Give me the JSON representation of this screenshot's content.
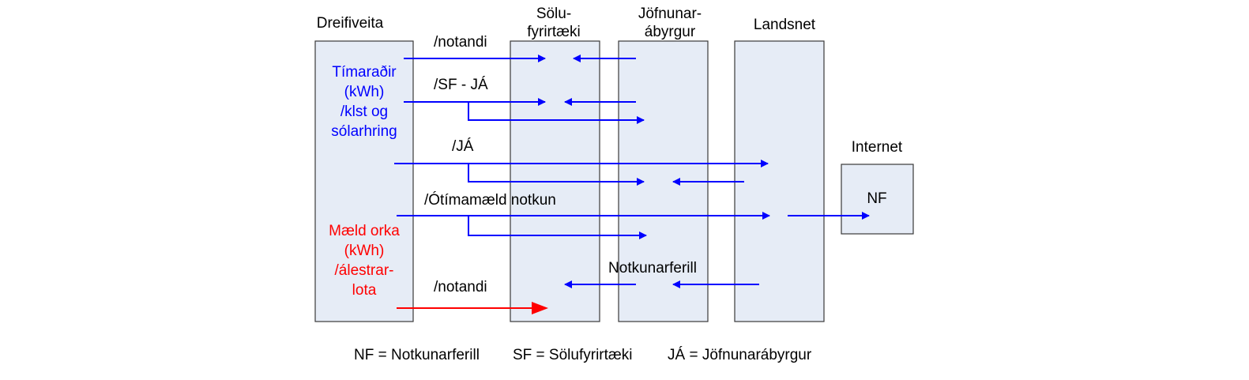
{
  "colors": {
    "box_fill": "#e6ecf6",
    "box_stroke": "#3a3a3a",
    "flow_blue": "#0000ff",
    "flow_red": "#ff0000"
  },
  "columns": {
    "dreifiveita": "Dreifiveita",
    "solufyrirtaeki_line1": "Sölu-",
    "solufyrirtaeki_line2": "fyrirtæki",
    "jofnunarabyrgur_line1": "Jöfnunar-",
    "jofnunarabyrgur_line2": "ábyrgur",
    "landsnet": "Landsnet",
    "internet": "Internet"
  },
  "internet_box_label": "NF",
  "dreifiveita_blue_text": [
    "Tímaraðir",
    "(kWh)",
    "/klst og",
    "sólarhring"
  ],
  "dreifiveita_red_text": [
    "Mæld orka",
    "(kWh)",
    "/álestrar-",
    "lota"
  ],
  "flow_labels": {
    "notandi_top": "/notandi",
    "sf_ja": "/SF - JÁ",
    "ja": "/JÁ",
    "otimamaeld": "/Ótímamæld notkun",
    "notkunarferill": "Notkunarferill",
    "notandi_bottom": "/notandi"
  },
  "legend": {
    "nf": "NF = Notkunarferill",
    "sf": "SF = Sölufyrirtæki",
    "ja": "JÁ = Jöfnunarábyrgur"
  }
}
